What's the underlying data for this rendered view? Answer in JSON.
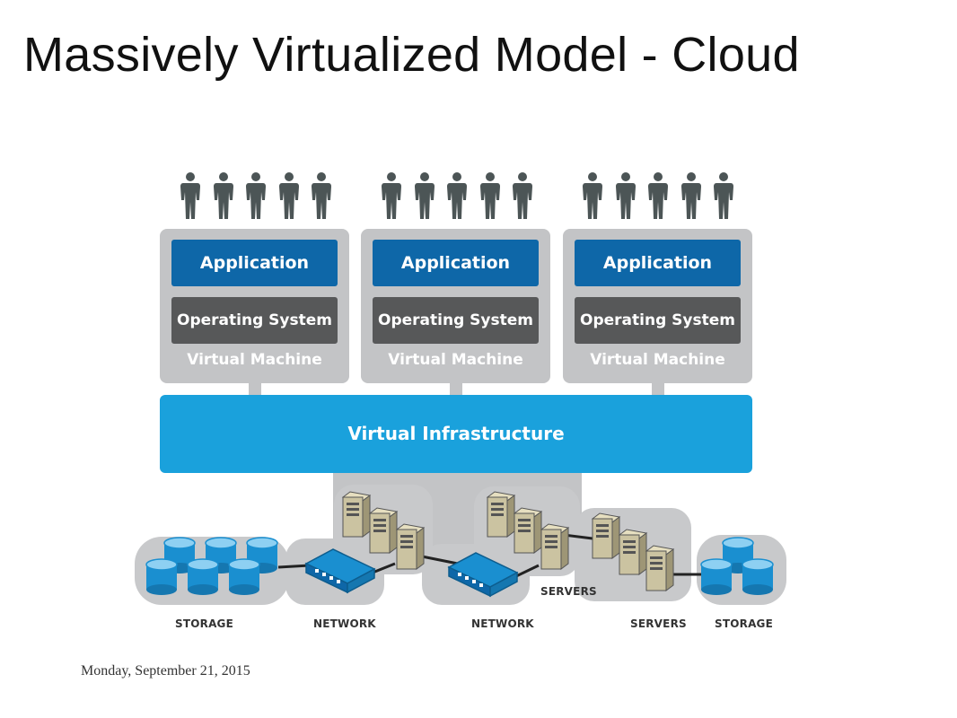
{
  "slide": {
    "title": "Massively Virtualized Model - Cloud",
    "footer_date": "Monday, September 21, 2015"
  },
  "diagram": {
    "virtual_machines": [
      {
        "application": "Application",
        "operating_system": "Operating System",
        "label": "Virtual Machine"
      },
      {
        "application": "Application",
        "operating_system": "Operating System",
        "label": "Virtual Machine"
      },
      {
        "application": "Application",
        "operating_system": "Operating System",
        "label": "Virtual Machine"
      }
    ],
    "users_per_group": 5,
    "virtual_infrastructure": "Virtual Infrastructure",
    "hardware_labels": {
      "storage_left": "STORAGE",
      "network_left": "NETWORK",
      "network_center": "NETWORK",
      "servers_middle": "SERVERS",
      "servers_right": "SERVERS",
      "storage_right": "STORAGE"
    },
    "colors": {
      "application": "#0e67a8",
      "operating_system": "#575859",
      "vm_frame": "#c3c4c6",
      "infrastructure": "#1aa1dc",
      "storage": "#1a8fd0",
      "server": "#c9c2a1",
      "person": "#4c5556"
    }
  }
}
